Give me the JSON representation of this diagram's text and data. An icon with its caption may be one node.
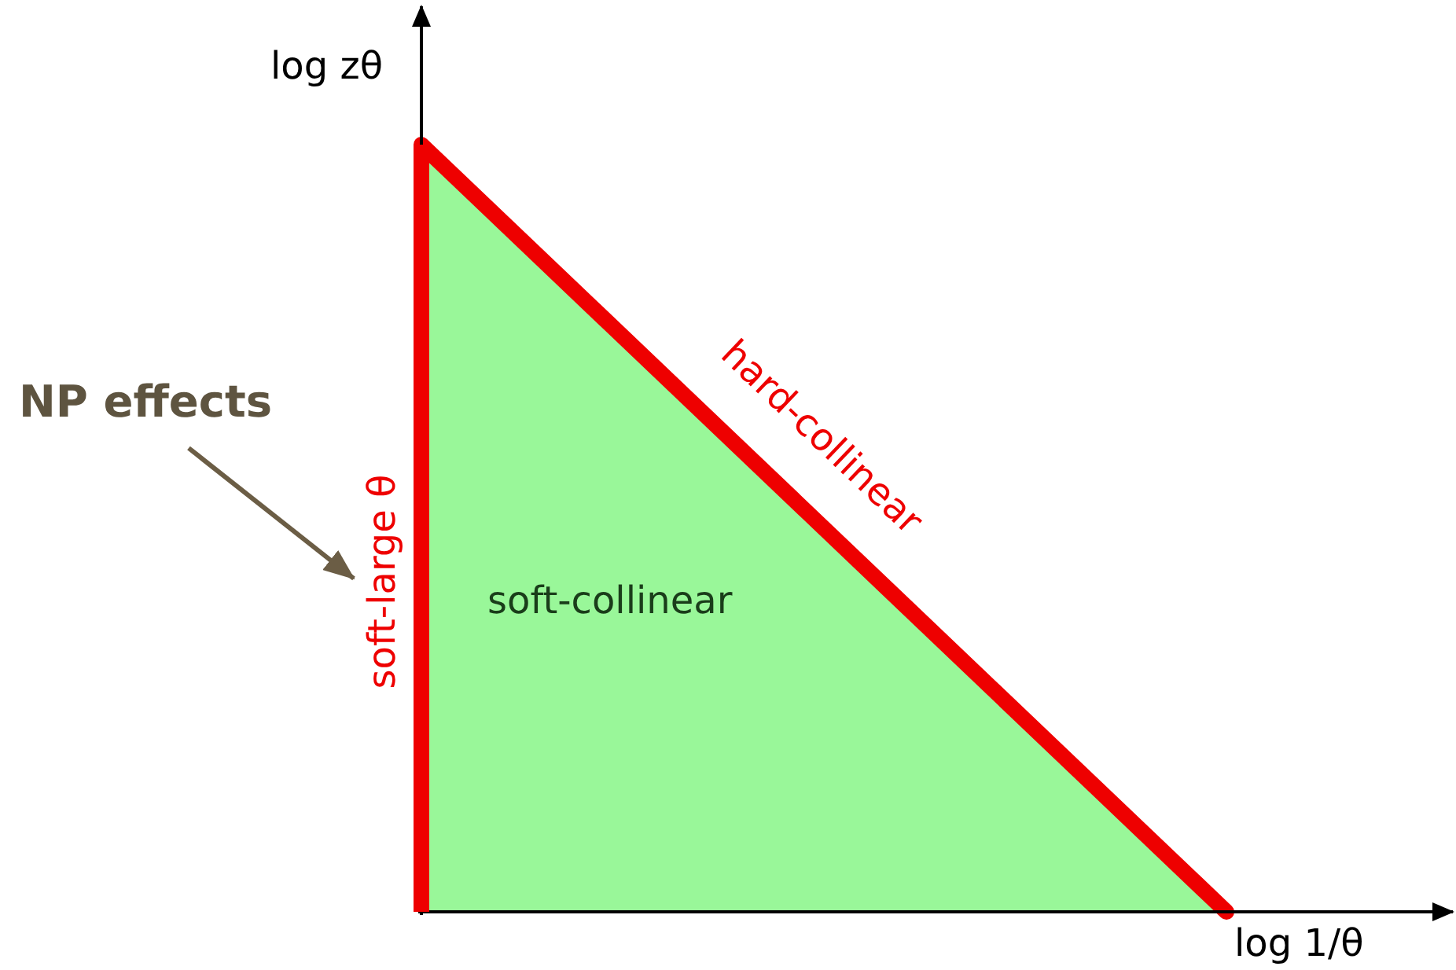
{
  "diagram": {
    "nodes": [
      {
        "text": [
          "NP effects"
        ]
      },
      {
        "text": [
          "soft-large θ"
        ]
      }
    ],
    "edges": [
      {
        "from": 0,
        "to": 1,
        "arrow": "to"
      }
    ],
    "labels": [
      "log zθ",
      "hard-collinear",
      "soft-collinear",
      "log 1/θ"
    ]
  }
}
